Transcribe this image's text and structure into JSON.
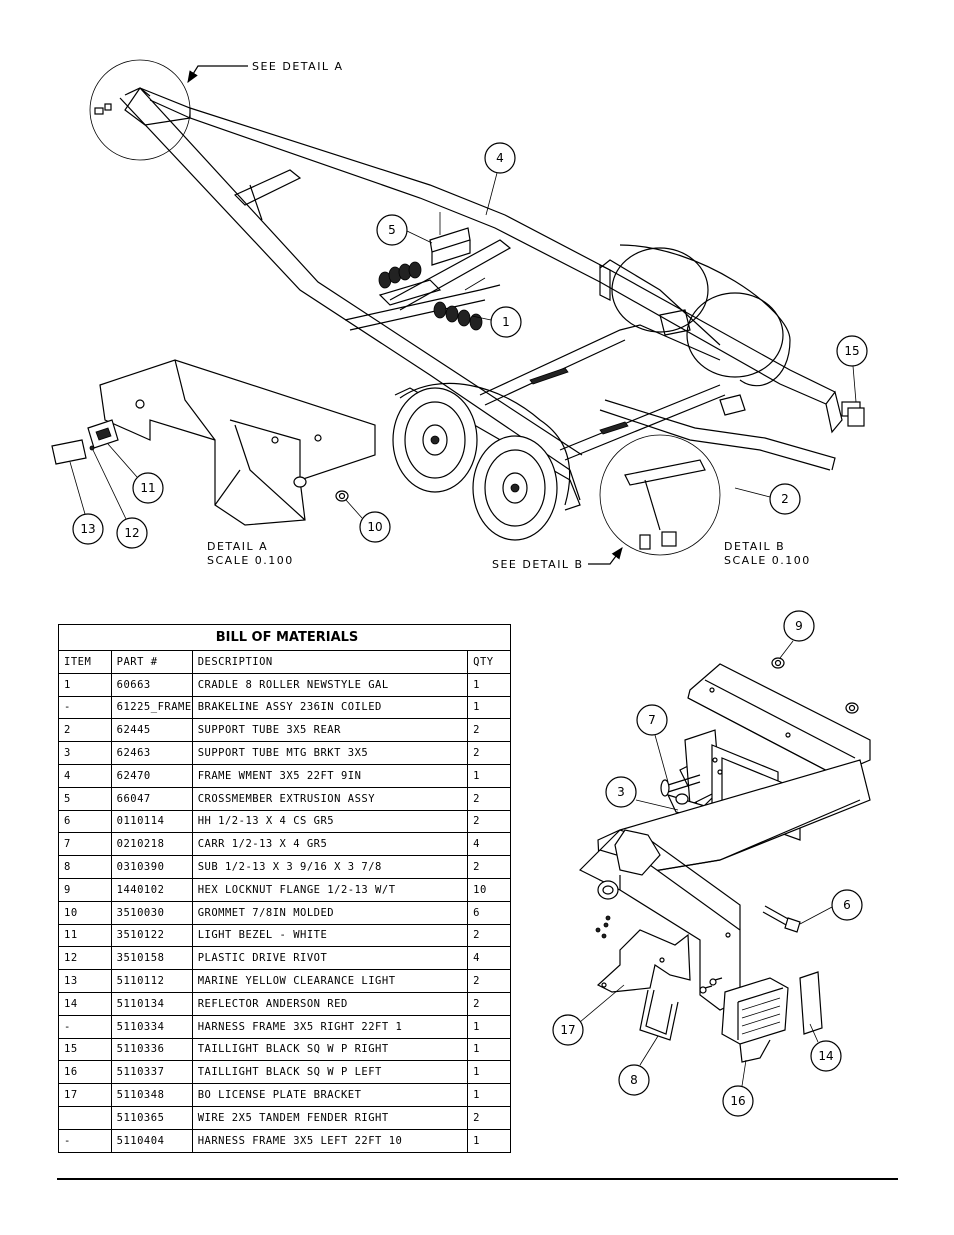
{
  "callouts": {
    "see_detail_a": "SEE DETAIL  A",
    "see_detail_b": "SEE DETAIL  B",
    "detail_a": "DETAIL  A",
    "detail_a_scale": "SCALE  0.100",
    "detail_b": "DETAIL  B",
    "detail_b_scale": "SCALE  0.100"
  },
  "balloons": {
    "b1": "1",
    "b2": "2",
    "b3": "3",
    "b4": "4",
    "b5": "5",
    "b6": "6",
    "b7": "7",
    "b8": "8",
    "b9": "9",
    "b10": "10",
    "b11": "11",
    "b12": "12",
    "b13": "13",
    "b14": "14",
    "b15": "15",
    "b16": "16",
    "b17": "17"
  },
  "bom": {
    "title": "BILL OF MATERIALS",
    "headers": [
      "ITEM",
      "PART #",
      "DESCRIPTION",
      "QTY"
    ],
    "rows": [
      [
        "1",
        "60663",
        "CRADLE   8 ROLLER  NEWSTYLE  GAL",
        "1"
      ],
      [
        "-",
        "61225_FRAME",
        "BRAKELINE ASSY  236IN COILED",
        "1"
      ],
      [
        "2",
        "62445",
        "SUPPORT TUBE   3X5 REAR",
        "2"
      ],
      [
        "3",
        "62463",
        "SUPPORT TUBE MTG BRKT 3X5",
        "2"
      ],
      [
        "4",
        "62470",
        "FRAME WMENT 3X5 22FT 9IN",
        "1"
      ],
      [
        "5",
        "66047",
        "CROSSMEMBER EXTRUSION ASSY",
        "2"
      ],
      [
        "6",
        "0110114",
        "HH 1/2-13 X 4 CS GR5",
        "2"
      ],
      [
        "7",
        "0210218",
        "CARR 1/2-13 X 4 GR5",
        "4"
      ],
      [
        "8",
        "0310390",
        "SUB 1/2-13 X 3 9/16 X 3 7/8",
        "2"
      ],
      [
        "9",
        "1440102",
        "HEX LOCKNUT FLANGE 1/2-13 W/T",
        "10"
      ],
      [
        "10",
        "3510030",
        "GROMMET  7/8IN MOLDED",
        "6"
      ],
      [
        "11",
        "3510122",
        "LIGHT BEZEL - WHITE",
        "2"
      ],
      [
        "12",
        "3510158",
        "PLASTIC DRIVE RIVOT",
        "4"
      ],
      [
        "13",
        "5110112",
        "MARINE YELLOW CLEARANCE LIGHT",
        "2"
      ],
      [
        "14",
        "5110134",
        "REFLECTOR ANDERSON RED",
        "2"
      ],
      [
        "-",
        "5110334",
        "HARNESS   FRAME 3X5 RIGHT 22FT 1",
        "1"
      ],
      [
        "15",
        "5110336",
        "TAILLIGHT   BLACK SQ  W P  RIGHT",
        "1"
      ],
      [
        "16",
        "5110337",
        "TAILLIGHT   BLACK SQ  W P  LEFT",
        "1"
      ],
      [
        "17",
        "5110348",
        "BO LICENSE PLATE BRACKET",
        "1"
      ],
      [
        "",
        "5110365",
        "WIRE   2X5 TANDEM FENDER   RIGHT",
        "2"
      ],
      [
        "-",
        "5110404",
        "HARNESS   FRAME 3X5 LEFT 22FT 10",
        "1"
      ]
    ]
  }
}
